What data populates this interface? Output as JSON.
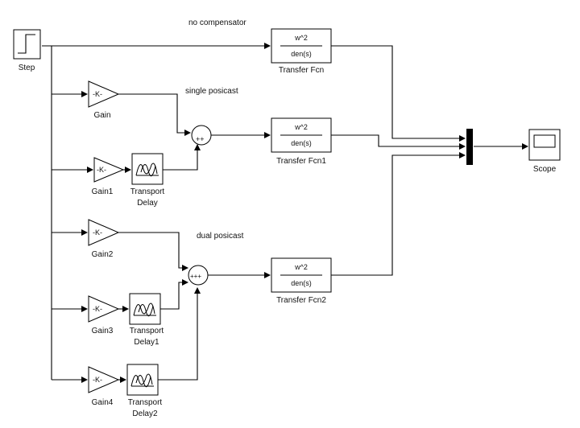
{
  "blocks": {
    "step": "Step",
    "gain": {
      "label": "Gain",
      "value": "-K-"
    },
    "gain1": {
      "label": "Gain1",
      "value": "-K-"
    },
    "gain2": {
      "label": "Gain2",
      "value": "-K-"
    },
    "gain3": {
      "label": "Gain3",
      "value": "-K-"
    },
    "gain4": {
      "label": "Gain4",
      "value": "-K-"
    },
    "delay": {
      "line1": "Transport",
      "line2": "Delay"
    },
    "delay1": {
      "line1": "Transport",
      "line2": "Delay1"
    },
    "delay2": {
      "line1": "Transport",
      "line2": "Delay2"
    },
    "tf": {
      "label": "Transfer Fcn",
      "num": "w^2",
      "den": "den(s)"
    },
    "tf1": {
      "label": "Transfer Fcn1",
      "num": "w^2",
      "den": "den(s)"
    },
    "tf2": {
      "label": "Transfer Fcn2",
      "num": "w^2",
      "den": "den(s)"
    },
    "scope": "Scope",
    "sum1_signs": "++",
    "sum2_signs": "+++"
  },
  "annotations": {
    "no_comp": "no compensator",
    "single": "single posicast",
    "dual": "dual posicast"
  }
}
